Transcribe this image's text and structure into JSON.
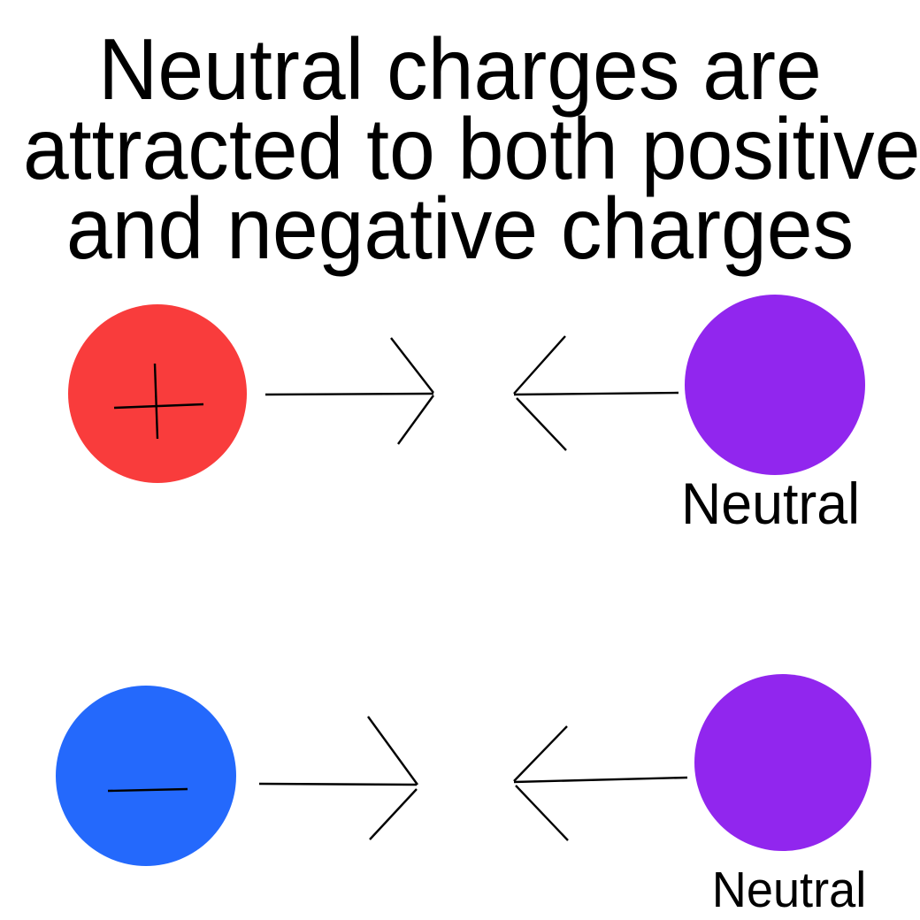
{
  "title": {
    "lines": [
      "Neutral charges are",
      "attracted to both positive",
      "and negative charges"
    ]
  },
  "figure": {
    "rows": [
      {
        "charge_type": "positive",
        "charge_symbol": "+",
        "neutral_label": "Neutral"
      },
      {
        "charge_type": "negative",
        "charge_symbol": "-",
        "neutral_label": "Neutral"
      }
    ]
  },
  "colors": {
    "positive_charge": "#F93C3C",
    "negative_charge": "#2469FC",
    "neutral_charge": "#9126EE",
    "stroke": "#000000",
    "background": "#FFFFFF"
  }
}
